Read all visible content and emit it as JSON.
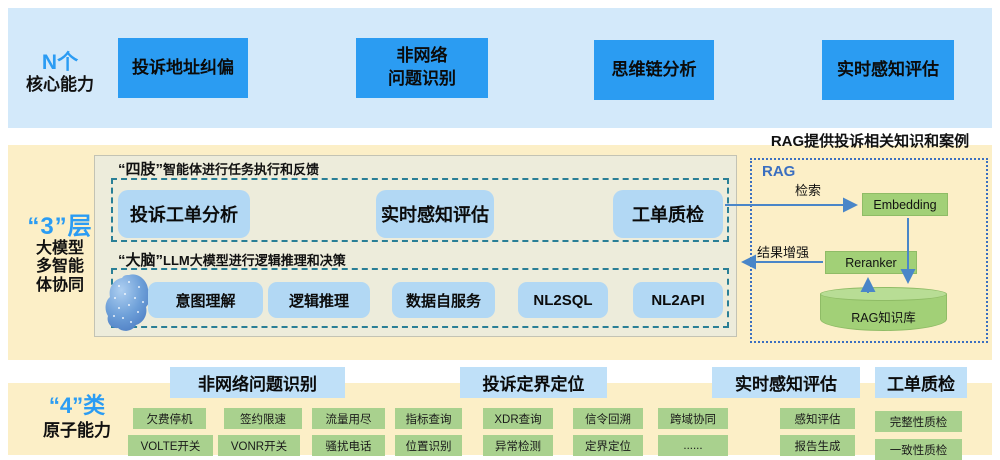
{
  "colors": {
    "accent_blue": "#2b9cf3",
    "top_band_bg": "#d3e9fa",
    "top_box_bg": "#2b9cf2",
    "cream_band_bg": "#fcefc7",
    "inner_panel_bg": "#edecdb",
    "agent_box_bg": "#b2d8f4",
    "dashed_border": "#2a7f96",
    "rag_border": "#3b6fc0",
    "green_box_bg": "#a2d077",
    "chip_green_bg": "#a9d18e",
    "header_blue_bg": "#bfe0f8",
    "arrow_blue": "#4a86c8"
  },
  "top_band": {
    "label_line1": "N个",
    "label_line2": "核心能力",
    "boxes": [
      "投诉地址纠偏",
      "非网络\n问题识别",
      "思维链分析",
      "实时感知评估"
    ]
  },
  "middle_band": {
    "label_accent": "“3”层",
    "label_rest": "大模型多智能体协同",
    "limbs": {
      "title_quote": "“四肢”",
      "title_rest": "智能体进行任务执行和反馈",
      "boxes": [
        "投诉工单分析",
        "实时感知评估",
        "工单质检"
      ]
    },
    "brain": {
      "title_quote": "“大脑”",
      "title_rest": "LLM大模型进行逻辑推理和决策",
      "icon": "brain-icon",
      "boxes": [
        "意图理解",
        "逻辑推理",
        "数据自服务",
        "NL2SQL",
        "NL2API"
      ]
    },
    "rag": {
      "title": "RAG提供投诉相关知识和案例",
      "label": "RAG",
      "retrieval_label": "检索",
      "augment_label": "结果增强",
      "embedding": "Embedding",
      "reranker": "Reranker",
      "knowledge_base": "RAG知识库"
    }
  },
  "bottom_band": {
    "label_accent": "“4”类",
    "label_rest": "原子能力",
    "groups": [
      {
        "header": "非网络问题识别",
        "row1": [
          "欠费停机",
          "签约限速",
          "流量用尽",
          "指标查询"
        ],
        "row2": [
          "VOLTE开关",
          "VONR开关",
          "骚扰电话",
          "位置识别"
        ]
      },
      {
        "header": "投诉定界定位",
        "row1": [
          "XDR查询",
          "信令回溯",
          "跨域协同"
        ],
        "row2": [
          "异常检测",
          "定界定位",
          "......"
        ]
      },
      {
        "header": "实时感知评估",
        "row1": [
          "感知评估"
        ],
        "row2": [
          "报告生成"
        ]
      },
      {
        "header": "工单质检",
        "row1": [
          "完整性质检"
        ],
        "row2": [
          "一致性质检"
        ]
      }
    ]
  }
}
